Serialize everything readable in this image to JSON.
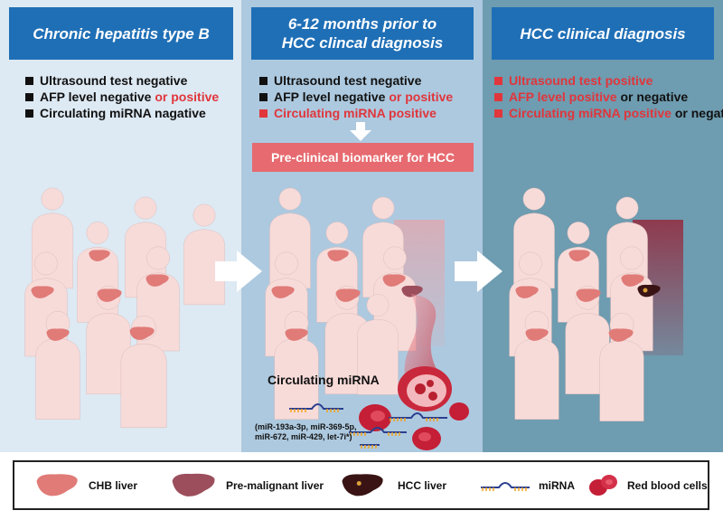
{
  "panels": [
    {
      "title": "Chronic hepatitis type B",
      "bullets": [
        {
          "parts": [
            {
              "text": "Ultrasound test negative",
              "color": "#111111"
            }
          ],
          "marker": "#111111"
        },
        {
          "parts": [
            {
              "text": "AFP level negative ",
              "color": "#111111"
            },
            {
              "text": "or positive",
              "color": "#e0363c"
            }
          ],
          "marker": "#111111"
        },
        {
          "parts": [
            {
              "text": "Circulating miRNA nagative",
              "color": "#111111"
            }
          ],
          "marker": "#111111"
        }
      ]
    },
    {
      "title_line1": "6-12 months prior to",
      "title_line2": "HCC clincal diagnosis",
      "bullets": [
        {
          "parts": [
            {
              "text": "Ultrasound test negative",
              "color": "#111111"
            }
          ],
          "marker": "#111111"
        },
        {
          "parts": [
            {
              "text": "AFP level negative ",
              "color": "#111111"
            },
            {
              "text": "or positive",
              "color": "#e0363c"
            }
          ],
          "marker": "#111111"
        },
        {
          "parts": [
            {
              "text": "Circulating miRNA positive",
              "color": "#e0363c"
            }
          ],
          "marker": "#e0363c"
        }
      ],
      "callout": "Pre-clinical biomarker for HCC",
      "circulating_title": "Circulating miRNA",
      "mirna_list_line1": "(miR-193a-3p, miR-369-5p,",
      "mirna_list_line2": "miR-672, miR-429, let-7i*)"
    },
    {
      "title": "HCC clinical diagnosis",
      "bullets": [
        {
          "parts": [
            {
              "text": "Ultrasound test positive",
              "color": "#e0363c"
            }
          ],
          "marker": "#e0363c"
        },
        {
          "parts": [
            {
              "text": "AFP level positive ",
              "color": "#e0363c"
            },
            {
              "text": "or negative",
              "color": "#111111"
            }
          ],
          "marker": "#e0363c"
        },
        {
          "parts": [
            {
              "text": "Circulating miRNA positive ",
              "color": "#e0363c"
            },
            {
              "text": "or negative",
              "color": "#111111"
            }
          ],
          "marker": "#e0363c"
        }
      ]
    }
  ],
  "legend": {
    "chb_liver": "CHB liver",
    "premalignant_liver": "Pre-malignant liver",
    "hcc_liver": "HCC liver",
    "mirna": "miRNA",
    "red_blood_cells": "Red blood cells"
  },
  "colors": {
    "header_blue": "#1f6fb6",
    "accent_red": "#e0363c",
    "callout_red": "#e66a6f",
    "chb_liver": "#e07b78",
    "premalignant_liver": "#9c4e5c",
    "hcc_liver": "#3a1414",
    "person_fill": "#f7dbd9"
  }
}
